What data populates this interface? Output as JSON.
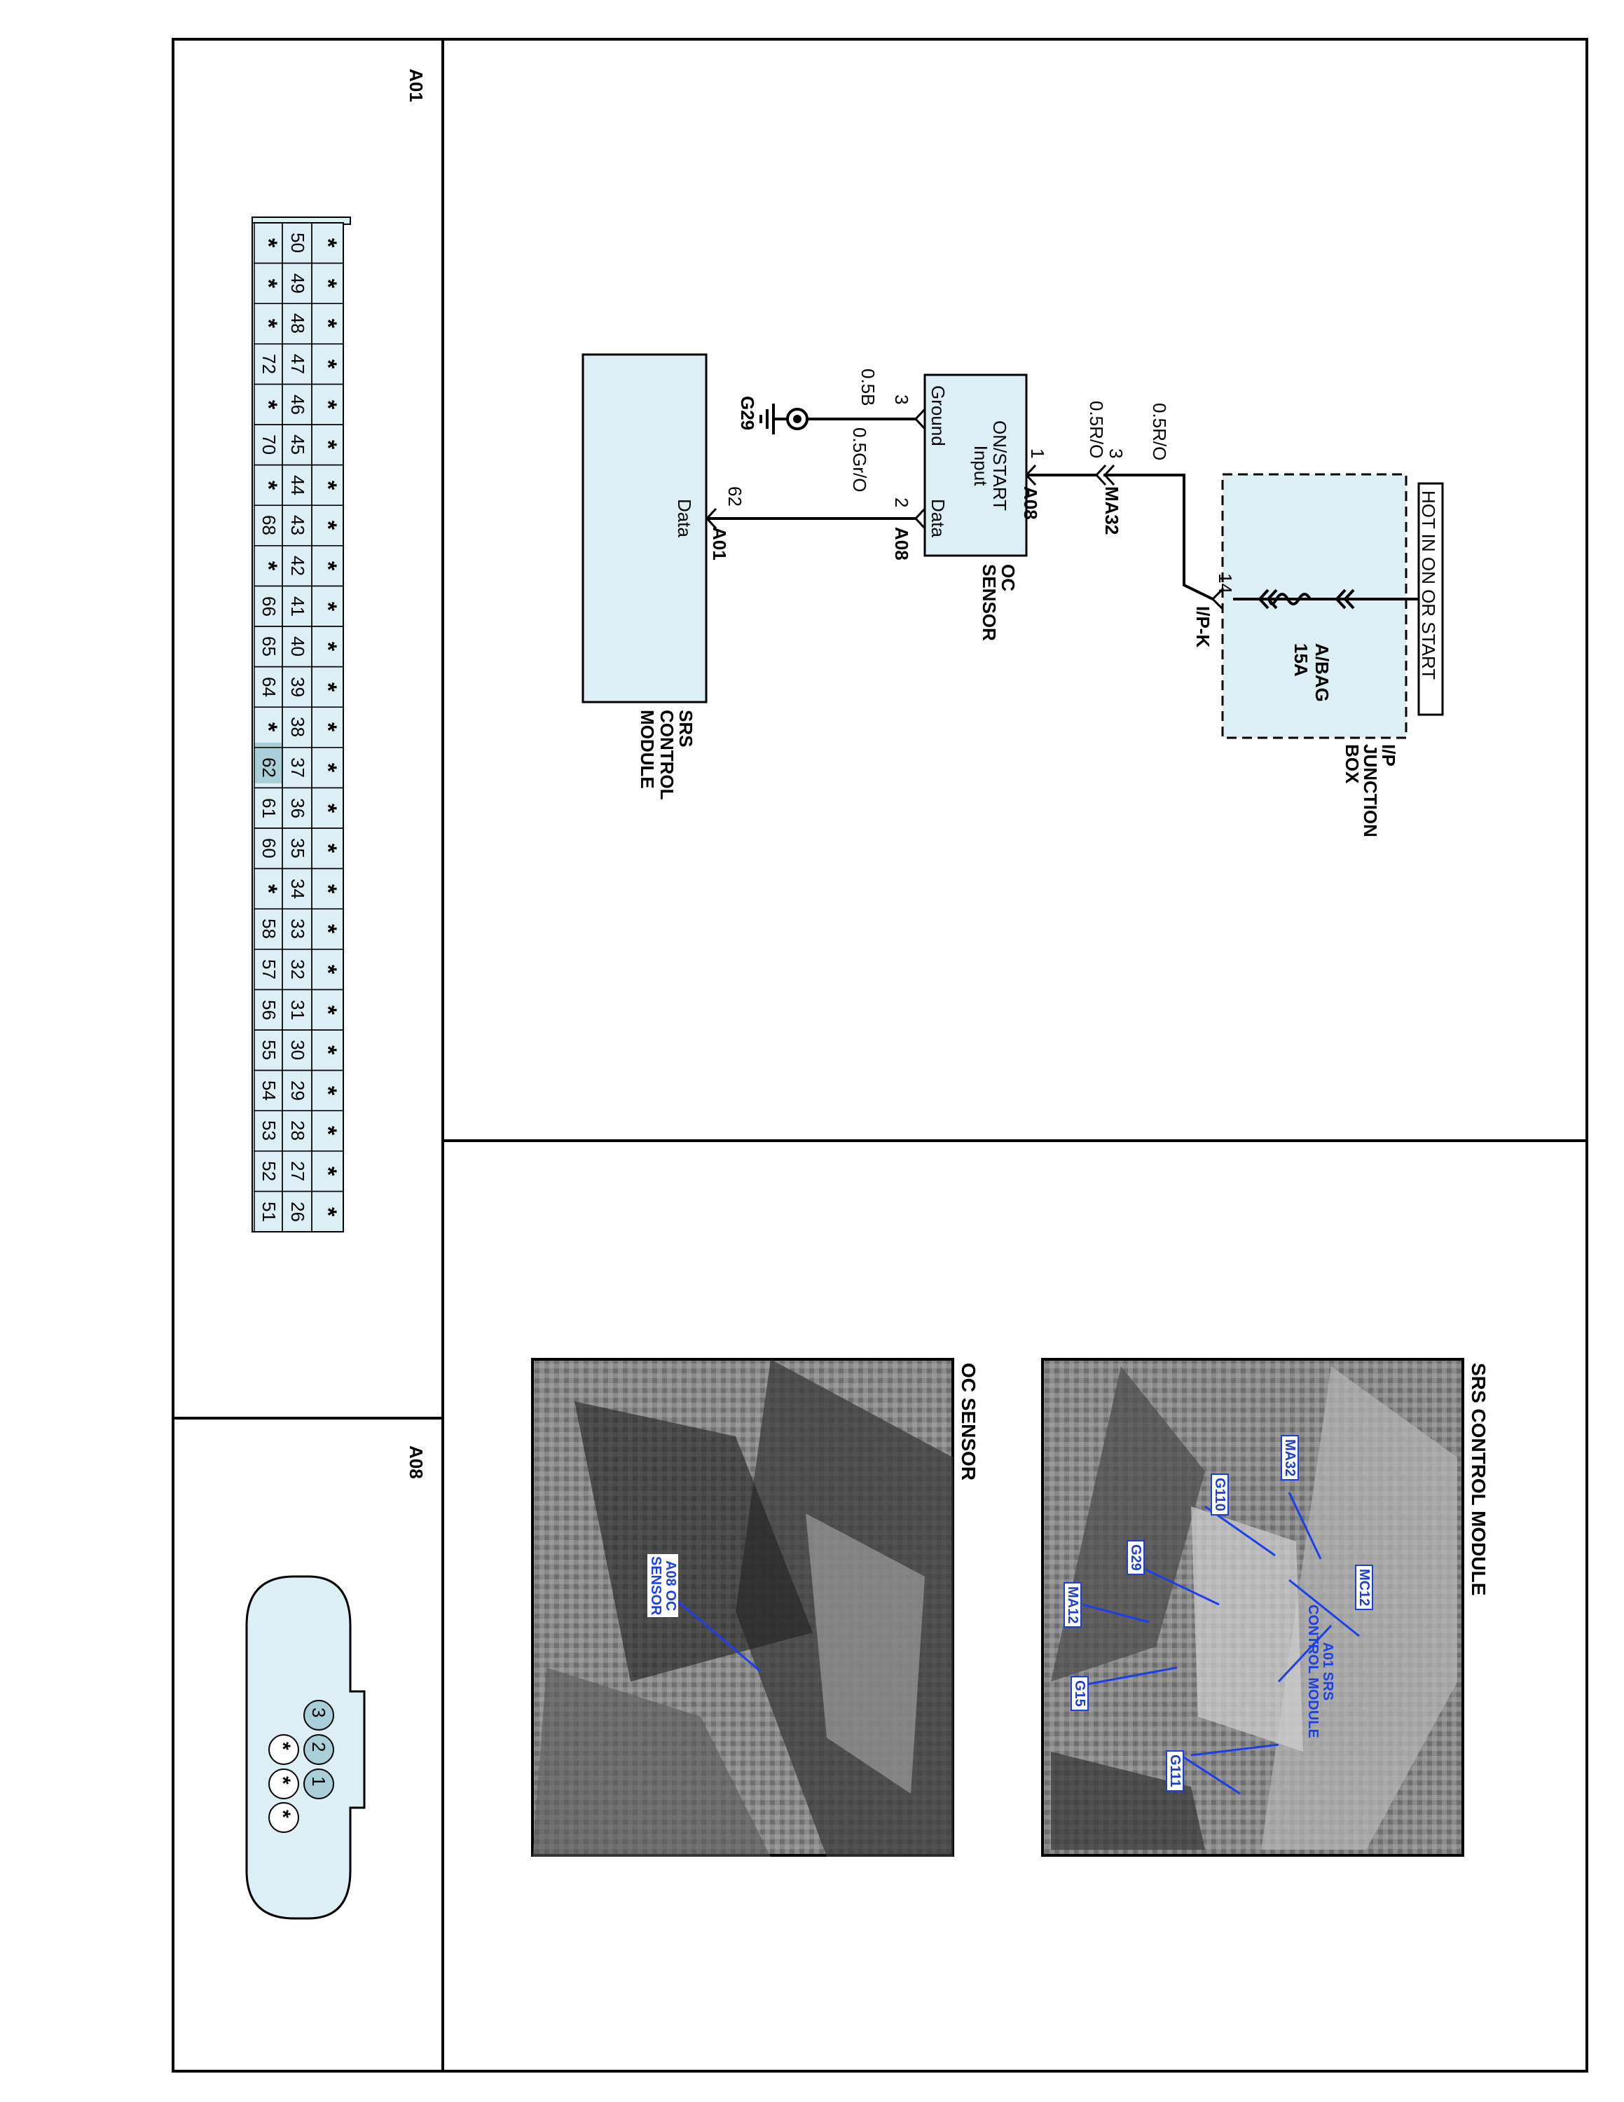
{
  "panels": {
    "a01_title": "A01",
    "a08_title": "A08"
  },
  "schematic": {
    "hot_label": "HOT IN ON OR START",
    "ip_junction_box": "I/P\nJUNCTION\nBOX",
    "fuse_name": "A/BAG",
    "fuse_rating": "15A",
    "pin_14": "14",
    "connector_ipk": "I/P-K",
    "wire_supply_1": "0.5R/O",
    "wire_supply_2": "0.5R/O",
    "pin_3_ma32": "3",
    "connector_ma32": "MA32",
    "pin_1": "1",
    "connector_a08_top": "A08",
    "oc_input_label": "ON/START\nInput",
    "oc_ground_label": "Ground",
    "oc_data_label": "Data",
    "oc_sensor_name": "OC\nSENSOR",
    "pin_3_ground": "3",
    "wire_ground": "0.5B",
    "ground_name": "G29",
    "pin_2": "2",
    "wire_data": "0.5Gr/O",
    "connector_a08_bottom": "A08",
    "pin_62": "62",
    "connector_a01": "A01",
    "srs_data_label": "Data",
    "srs_module_name": "SRS\nCONTROL\nMODULE"
  },
  "a01_connector": {
    "highlight_color": "#a9cfd8",
    "body_color": "#dceff5",
    "highlighted_pin": "62",
    "row_outer": [
      "*",
      "*",
      "*",
      "*",
      "*",
      "*",
      "*",
      "*",
      "*",
      "*",
      "*",
      "*",
      "*",
      "*",
      "*",
      "*",
      "*",
      "*",
      "*",
      "*",
      "*",
      "*",
      "*",
      "*",
      "*"
    ],
    "row_middle": [
      "50",
      "49",
      "48",
      "47",
      "46",
      "45",
      "44",
      "43",
      "42",
      "41",
      "40",
      "39",
      "38",
      "37",
      "36",
      "35",
      "34",
      "33",
      "32",
      "31",
      "30",
      "29",
      "28",
      "27",
      "26"
    ],
    "row_inner": [
      "*",
      "*",
      "*",
      "72",
      "*",
      "70",
      "*",
      "68",
      "*",
      "66",
      "65",
      "64",
      "*",
      "62",
      "61",
      "60",
      "*",
      "58",
      "57",
      "56",
      "55",
      "54",
      "53",
      "52",
      "51"
    ]
  },
  "a08_connector": {
    "pins_top": [
      "3",
      "2",
      "1"
    ],
    "pins_bottom": [
      "*",
      "*",
      "*"
    ]
  },
  "photos": {
    "srs_title": "SRS CONTROL MODULE",
    "srs_labels": {
      "ma32": "MA32",
      "g110": "G110",
      "g29": "G29",
      "ma12": "MA12",
      "g15": "G15",
      "g111": "G111",
      "mc12": "MC12",
      "a01": "A01 SRS\nCONTROL MODULE"
    },
    "oc_title": "OC SENSOR",
    "oc_labels": {
      "a08": "A08 OC\nSENSOR"
    }
  }
}
